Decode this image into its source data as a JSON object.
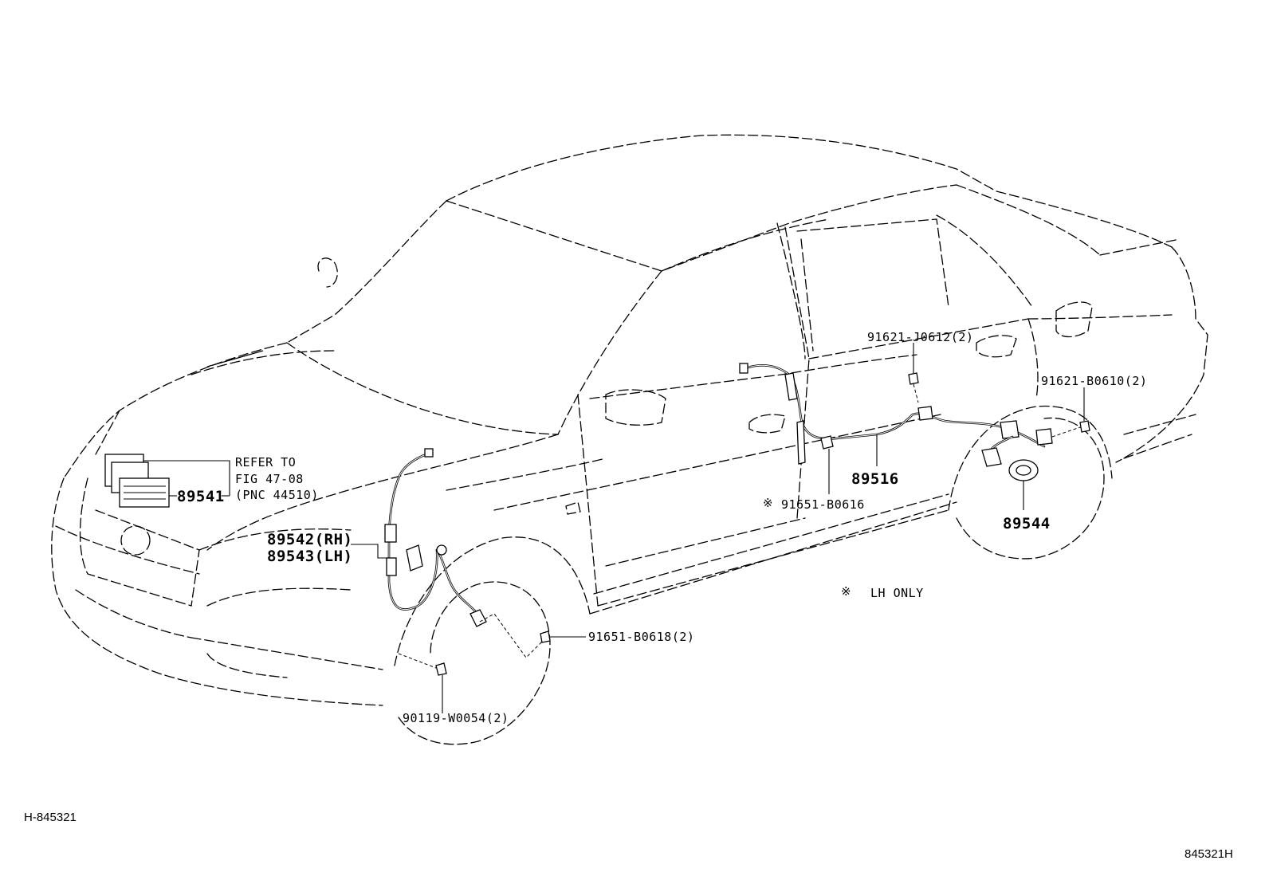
{
  "diagram": {
    "parts": {
      "p89541": "89541",
      "p89542": "89542(RH)",
      "p89543": "89543(LH)",
      "p89516": "89516",
      "p89544": "89544",
      "p91651_b0616": "91651-B0616",
      "p91651_b0618": "91651-B0618(2)",
      "p90119_w0054": "90119-W0054(2)",
      "p91621_j0612": "91621-J0612(2)",
      "p91621_b0610": "91621-B0610(2)"
    },
    "reference": {
      "line1": "REFER TO",
      "line2": "FIG 47-08",
      "line3": "(PNC 44510)"
    },
    "note": {
      "symbol": "※",
      "text": "LH ONLY"
    },
    "footer": {
      "left_code": "H-845321",
      "right_code": "845321H"
    }
  }
}
